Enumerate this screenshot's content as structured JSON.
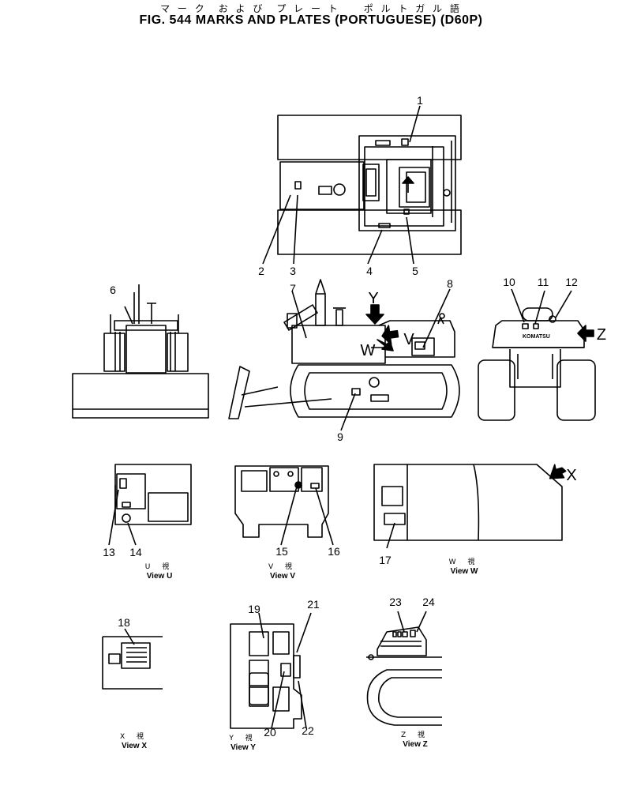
{
  "header": {
    "title_jp": "マ ー ク　お よ び　プ レ ー ト　　ポ ル ト ガ ル 語",
    "title": "FIG. 544  MARKS  AND  PLATES  (PORTUGUESE)  (D60P)"
  },
  "callouts": [
    "1",
    "2",
    "3",
    "4",
    "5",
    "6",
    "7",
    "8",
    "9",
    "10",
    "11",
    "12",
    "13",
    "14",
    "15",
    "16",
    "17",
    "18",
    "19",
    "20",
    "21",
    "22",
    "23",
    "24"
  ],
  "view_arrows": [
    "Y",
    "V",
    "W",
    "X",
    "Z"
  ],
  "brand_text": "KOMATSU",
  "views": [
    {
      "jp": "U 視",
      "en": "View  U"
    },
    {
      "jp": "V 視",
      "en": "View  V"
    },
    {
      "jp": "W 視",
      "en": "View  W"
    },
    {
      "jp": "X 視",
      "en": "View  X"
    },
    {
      "jp": "Y 視",
      "en": "View  Y"
    },
    {
      "jp": "Z 視",
      "en": "View  Z"
    }
  ]
}
